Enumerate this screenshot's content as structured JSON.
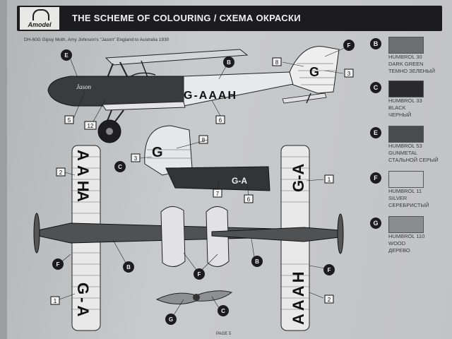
{
  "header": {
    "logo_text": "Amodel",
    "title": "THE SCHEME OF COLOURING / СХЕМА ОКРАСКИ"
  },
  "subtitle": "DH-60G Gipsy Moth, Amy Johnson's \"Jason\" England to Australia 1930",
  "registration": {
    "full": "G-AAAH",
    "short_a": "G-A",
    "letter_g": "G",
    "tail_aaah": "AAAH",
    "tail_ga": "G-A",
    "wing_aah": "AAH",
    "wing_aah2": "AAAH"
  },
  "decal_labels": [
    "1",
    "2",
    "3",
    "5",
    "6",
    "7",
    "8",
    "12"
  ],
  "callout_letters": [
    "B",
    "C",
    "E",
    "F",
    "G"
  ],
  "swatches": [
    {
      "letter": "B",
      "code": "HUMBROL 30",
      "name_en": "DARK GREEN",
      "name_ru": "ТЕМНО ЗЕЛЕНЫЙ",
      "color": "#6d6e70"
    },
    {
      "letter": "C",
      "code": "HUMBROL 33",
      "name_en": "BLACK",
      "name_ru": "ЧЕРНЫЙ",
      "color": "#2a2a2c"
    },
    {
      "letter": "E",
      "code": "HUMBROL 53",
      "name_en": "GUNMETAL",
      "name_ru": "СТАЛЬНОЙ СЕРЫЙ",
      "color": "#4a4b4d"
    },
    {
      "letter": "F",
      "code": "HUMBROL 11",
      "name_en": "SILVER",
      "name_ru": "СЕРЕБРИСТЫЙ",
      "color": "#c4c5c7"
    },
    {
      "letter": "G",
      "code": "HUMBROL 110",
      "name_en": "WOOD",
      "name_ru": "ДЕРЕВО",
      "color": "#8b8c8e"
    }
  ],
  "footer": "PAGE 5"
}
